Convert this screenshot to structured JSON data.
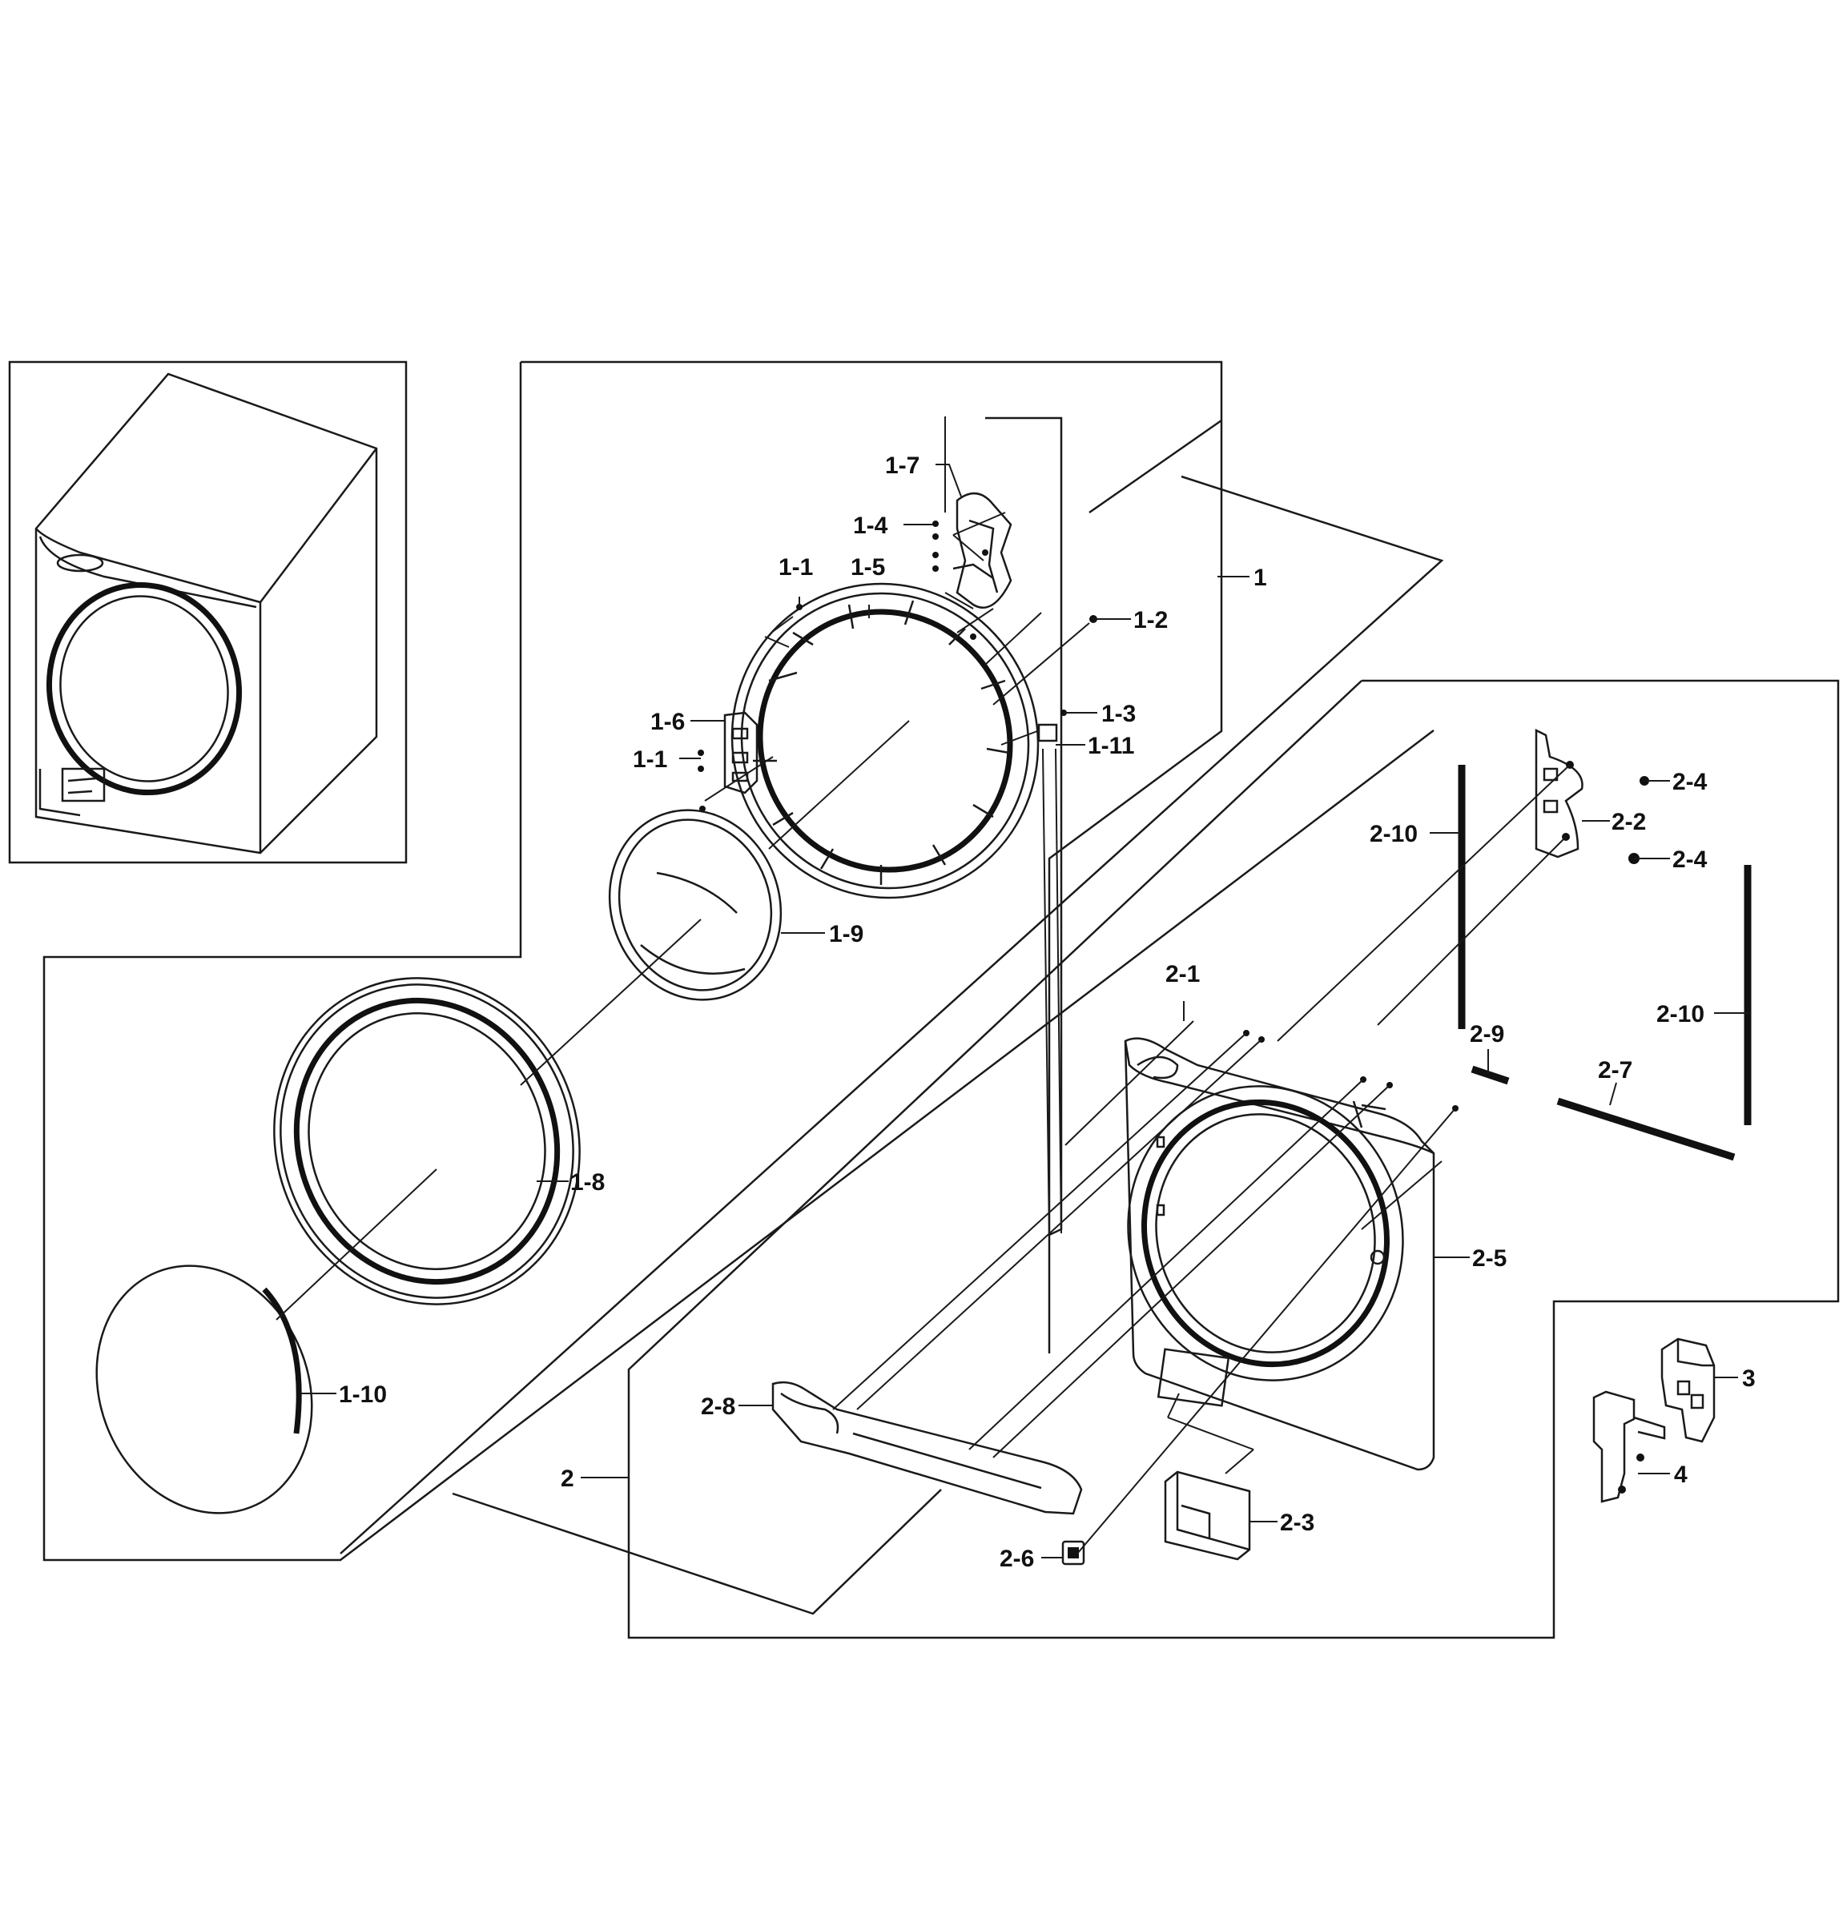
{
  "diagram": {
    "labels": {
      "p1": "1",
      "p1_1a": "1-1",
      "p1_1b": "1-1",
      "p1_2": "1-2",
      "p1_3": "1-3",
      "p1_4": "1-4",
      "p1_5": "1-5",
      "p1_6": "1-6",
      "p1_7": "1-7",
      "p1_8": "1-8",
      "p1_9": "1-9",
      "p1_10": "1-10",
      "p1_11": "1-11",
      "p2": "2",
      "p2_1": "2-1",
      "p2_2": "2-2",
      "p2_3": "2-3",
      "p2_4a": "2-4",
      "p2_4b": "2-4",
      "p2_5": "2-5",
      "p2_6": "2-6",
      "p2_7": "2-7",
      "p2_8": "2-8",
      "p2_9": "2-9",
      "p2_10a": "2-10",
      "p2_10b": "2-10",
      "p3": "3",
      "p4": "4"
    }
  }
}
